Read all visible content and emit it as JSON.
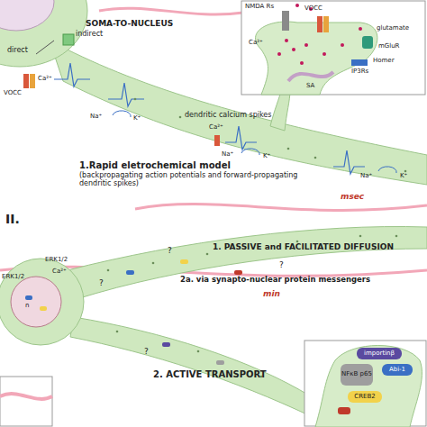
{
  "diagram": {
    "nodes": [
      {
        "text": [
          "importinβ"
        ]
      },
      {
        "text": [
          "NFκB p65"
        ]
      },
      {
        "text": [
          "Abi-1"
        ]
      },
      {
        "text": [
          "CREB2"
        ]
      }
    ],
    "labels": [
      "SOMA-TO-NUCLEUS",
      "direct",
      "indirect",
      "VOCC",
      "Ca²⁺",
      "dendritic calcium spikes",
      "Ca²⁺",
      "Na⁺",
      "K⁺",
      "Na⁺",
      "K⁺",
      "Na⁺",
      "K⁺",
      "1.Rapid eletrochemical model",
      "(backpropagating action potentials and forward-propagating dendritic spikes)",
      "msec",
      "NMDA Rs",
      "VOCC",
      "glutamate",
      "mGluR",
      "Homer",
      "IP3Rs",
      "SA",
      "Ca²⁺",
      "II.",
      "1. PASSIVE and FACILITATED DIFFUSION",
      "2a. via synapto-nuclear protein messengers",
      "min",
      "ERK1/2",
      "ERK1/2",
      "Ca²⁺",
      "n",
      "?",
      "?",
      "?",
      "?",
      "2. ACTIVE TRANSPORT"
    ]
  }
}
